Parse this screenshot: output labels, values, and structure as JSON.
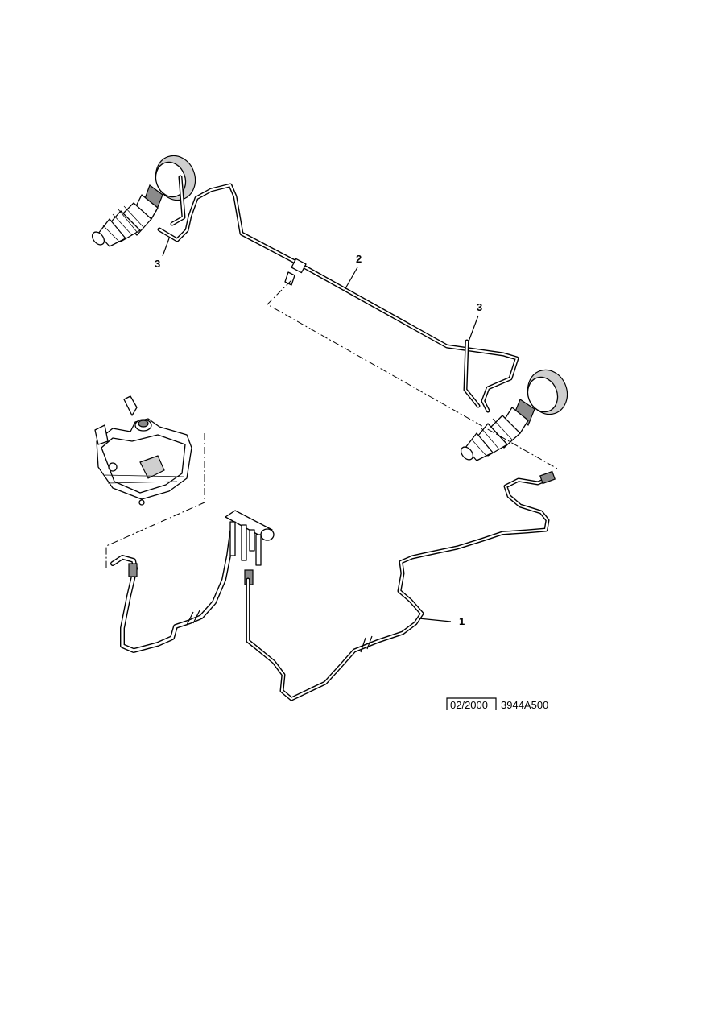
{
  "diagram": {
    "callouts": [
      {
        "id": "1",
        "label": "1"
      },
      {
        "id": "2",
        "label": "2"
      },
      {
        "id": "3a",
        "label": "3"
      },
      {
        "id": "3b",
        "label": "3"
      }
    ],
    "footer": {
      "date": "02/2000",
      "reference": "3944A500"
    }
  }
}
